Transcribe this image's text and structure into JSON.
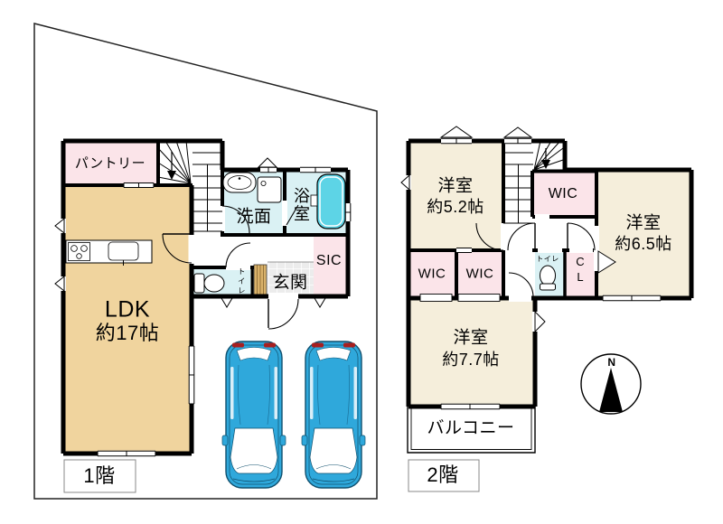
{
  "colors": {
    "wall": "#000000",
    "boundary_line": "#222222",
    "room_pink": "#fbe4e9",
    "room_cream": "#f5eedb",
    "room_tan": "#f0d49e",
    "room_wet_cyan": "#daf1f4",
    "bathtub_cyan": "#5dd4e6",
    "entrance_wood": "#d9b26a",
    "entrance_tile": "#ececec",
    "car_body_blue": "#2fa8db",
    "car_outline": "#10506e",
    "car_tail_red": "#a81f1f"
  },
  "floor1": {
    "name": "1階",
    "rooms": {
      "pantry": "パントリー",
      "ldk": "LDK",
      "ldk_size": "約17帖",
      "washroom": "洗面",
      "bathroom": "浴室",
      "shoe_closet": "SIC",
      "toilet": "トイレ",
      "entrance": "玄関"
    }
  },
  "floor2": {
    "name": "2階",
    "rooms": {
      "bedroom_a": "洋室",
      "bedroom_a_size": "約5.2帖",
      "bedroom_b": "洋室",
      "bedroom_b_size": "約6.5帖",
      "bedroom_c": "洋室",
      "bedroom_c_size": "約7.7帖",
      "wic_center": "WIC",
      "wic_left": "WIC",
      "wic_right": "WIC",
      "toilet": "トイレ",
      "closet": "CL",
      "balcony": "バルコニー"
    }
  },
  "compass": {
    "north": "N"
  }
}
